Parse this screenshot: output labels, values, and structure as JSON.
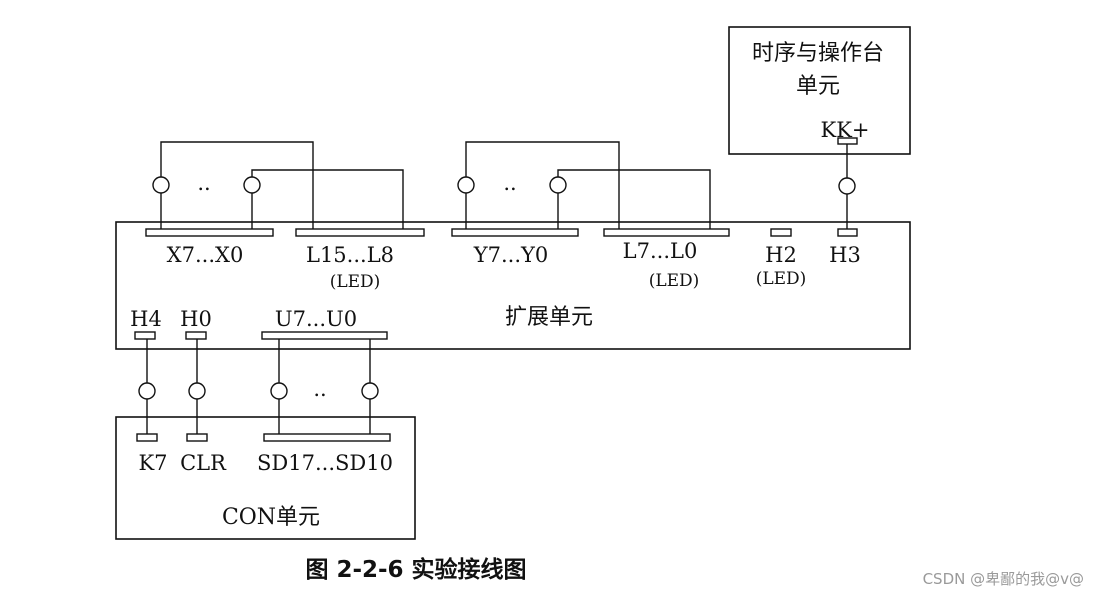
{
  "units": {
    "timing": {
      "line1": "时序与操作台",
      "line2": "单元",
      "pin": "KK+"
    },
    "expansion": {
      "title": "扩展单元",
      "pins": {
        "x": "X7...X0",
        "l_high": "L15...L8",
        "l_high_note": "(LED)",
        "y": "Y7...Y0",
        "l_low": "L7...L0",
        "l_low_note": "(LED)",
        "h2": "H2",
        "h2_note": "(LED)",
        "h3": "H3",
        "h4": "H4",
        "h0": "H0",
        "u": "U7...U0"
      }
    },
    "con": {
      "title": "CON单元",
      "pins": {
        "k7": "K7",
        "clr": "CLR",
        "sd": "SD17...SD10"
      }
    }
  },
  "ellipsis": "..",
  "caption": "图 2-2-6 实验接线图",
  "watermark": "CSDN @卑鄙的我@v@"
}
